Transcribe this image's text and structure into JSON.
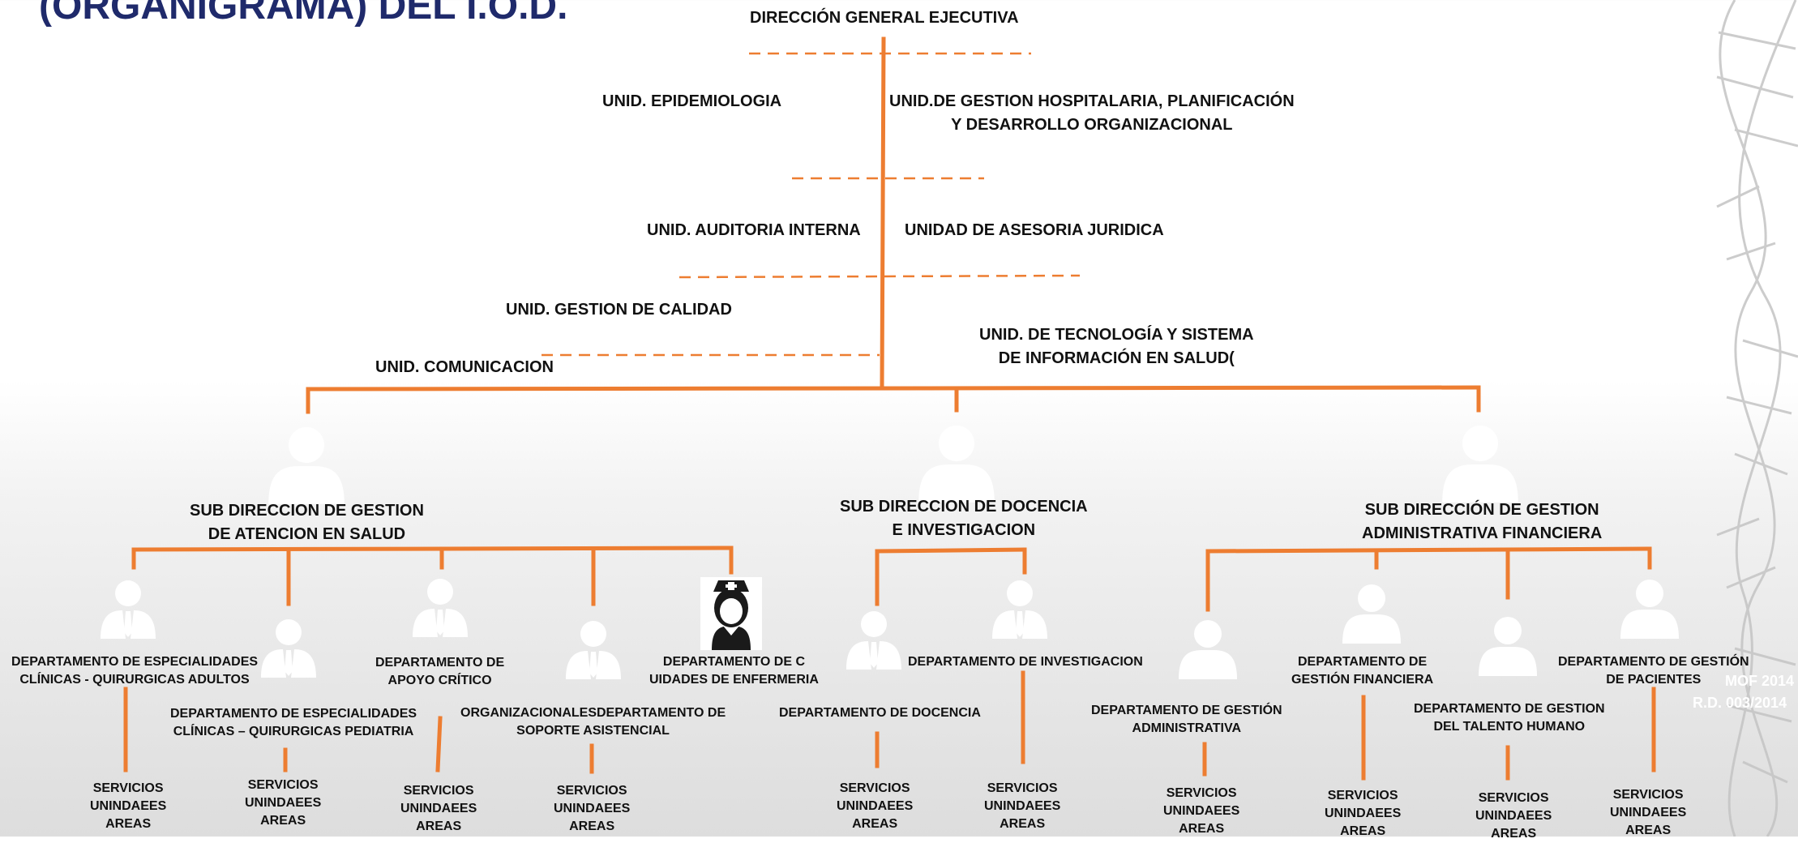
{
  "slide": {
    "heading": "(ORGANIGRAMA) DEL I.O.D.",
    "watermark_line1": "MOF 2014",
    "watermark_line2": "R.D. 003/2014"
  },
  "colors": {
    "connector": "#ed7d31",
    "heading": "#1f2a6b",
    "icon_fill": "#ffffff",
    "nurse_icon": "#1a1a1a"
  },
  "top": {
    "direccion": "DIRECCIÓN GENERAL EJECUTIVA",
    "epidemiologia": "UNID. EPIDEMIOLOGIA",
    "gestion_hosp_1": "UNID.DE GESTION HOSPITALARIA, PLANIFICACIÓN",
    "gestion_hosp_2": "Y DESARROLLO ORGANIZACIONAL",
    "auditoria": "UNID. AUDITORIA INTERNA",
    "asesoria": "UNIDAD DE ASESORIA JURIDICA",
    "calidad": "UNID. GESTION DE CALIDAD",
    "tecnologia_1": "UNID. DE TECNOLOGÍA Y SISTEMA",
    "tecnologia_2": "DE INFORMACIÓN EN SALUD(",
    "comunicacion": "UNID. COMUNICACION"
  },
  "subdirecciones": {
    "atencion_1": "SUB DIRECCION DE GESTION",
    "atencion_2": "DE ATENCION EN SALUD",
    "docencia_1": "SUB DIRECCION DE DOCENCIA",
    "docencia_2": "E INVESTIGACION",
    "admin_1": "SUB DIRECCIÓN DE GESTION",
    "admin_2": "ADMINISTRATIVA FINANCIERA"
  },
  "departamentos": {
    "esp_adultos_1": "DEPARTAMENTO DE ESPECIALIDADES",
    "esp_adultos_2": "CLÍNICAS - QUIRURGICAS ADULTOS",
    "esp_pediatria_1": "DEPARTAMENTO DE ESPECIALIDADES",
    "esp_pediatria_2": "CLÍNICAS – QUIRURGICAS PEDIATRIA",
    "apoyo_critico_1": "DEPARTAMENTO DE",
    "apoyo_critico_2": "APOYO CRÍTICO",
    "soporte_1": "ORGANIZACIONALESDEPARTAMENTO DE",
    "soporte_2": "SOPORTE ASISTENCIAL",
    "enfermeria_1": "DEPARTAMENTO DE C",
    "enfermeria_2": "UIDADES DE ENFERMERIA",
    "docencia": "DEPARTAMENTO DE DOCENCIA",
    "investigacion": "DEPARTAMENTO DE INVESTIGACION",
    "gestion_admin_1": "DEPARTAMENTO DE GESTIÓN",
    "gestion_admin_2": "ADMINISTRATIVA",
    "gestion_fin_1": "DEPARTAMENTO DE",
    "gestion_fin_2": "GESTIÓN FINANCIERA",
    "talento_1": "DEPARTAMENTO DE GESTION",
    "talento_2": "DEL TALENTO HUMANO",
    "pacientes_1": "DEPARTAMENTO DE GESTIÓN",
    "pacientes_2": "DE PACIENTES"
  },
  "servicios": {
    "line1": "SERVICIOS",
    "line2": "UNINDAEES",
    "line3": "AREAS"
  }
}
